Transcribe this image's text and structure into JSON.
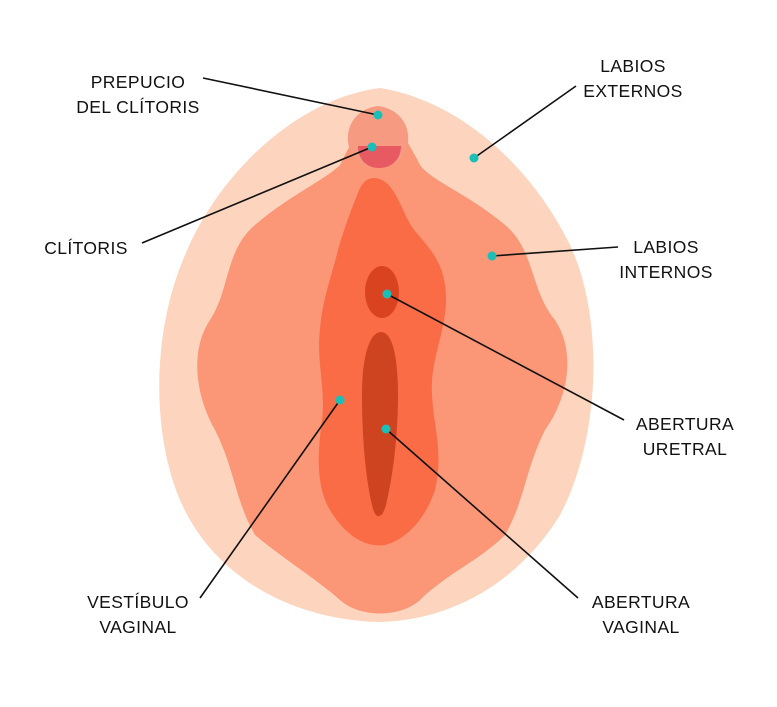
{
  "colors": {
    "background": "#ffffff",
    "outer_labia": "#fdd5bf",
    "inner_labia": "#fb9676",
    "vestibule": "#fa6c46",
    "urethral_opening": "#d9431f",
    "vaginal_opening": "#cf4420",
    "clitoral_hood": "#f69a82",
    "clitoris": "#e85a62",
    "marker": "#1abfb8",
    "leader_line": "#111111"
  },
  "labels": {
    "clitoral_hood": {
      "line1": "PREPUCIO",
      "line2": "DEL CLÍTORIS"
    },
    "outer_labia": {
      "line1": "LABIOS",
      "line2": "EXTERNOS"
    },
    "clitoris": {
      "line1": "CLÍTORIS"
    },
    "inner_labia": {
      "line1": "LABIOS",
      "line2": "INTERNOS"
    },
    "urethral_opening": {
      "line1": "ABERTURA",
      "line2": "URETRAL"
    },
    "vaginal_vestibule": {
      "line1": "VESTÍBULO",
      "line2": "VAGINAL"
    },
    "vaginal_opening": {
      "line1": "ABERTURA",
      "line2": "VAGINAL"
    }
  }
}
